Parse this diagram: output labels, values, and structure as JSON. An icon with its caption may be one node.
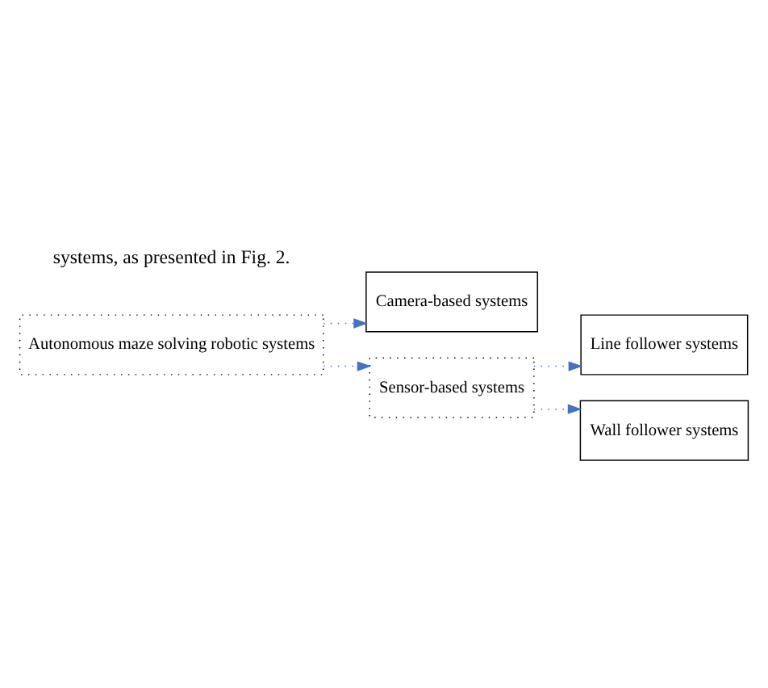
{
  "diagram": {
    "nodes": [
      {
        "text": [
          "Autonomous maze solving robotic systems"
        ]
      },
      {
        "text": [
          "Camera-based systems"
        ]
      },
      {
        "text": [
          "Sensor-based systems"
        ]
      },
      {
        "text": [
          "Line follower systems"
        ]
      },
      {
        "text": [
          "Wall follower systems"
        ]
      }
    ],
    "edges": [
      {
        "from": 0,
        "to": 1,
        "arrow": "to",
        "style": "dashed",
        "color": "#4472c4"
      },
      {
        "from": 0,
        "to": 2,
        "arrow": "to",
        "style": "dashed",
        "color": "#4472c4"
      },
      {
        "from": 2,
        "to": 3,
        "arrow": "to",
        "style": "dashed",
        "color": "#4472c4"
      },
      {
        "from": 2,
        "to": 4,
        "arrow": "to",
        "style": "dashed",
        "color": "#4472c4"
      }
    ],
    "labels": [
      "systems, as presented in Fig. 2."
    ]
  }
}
